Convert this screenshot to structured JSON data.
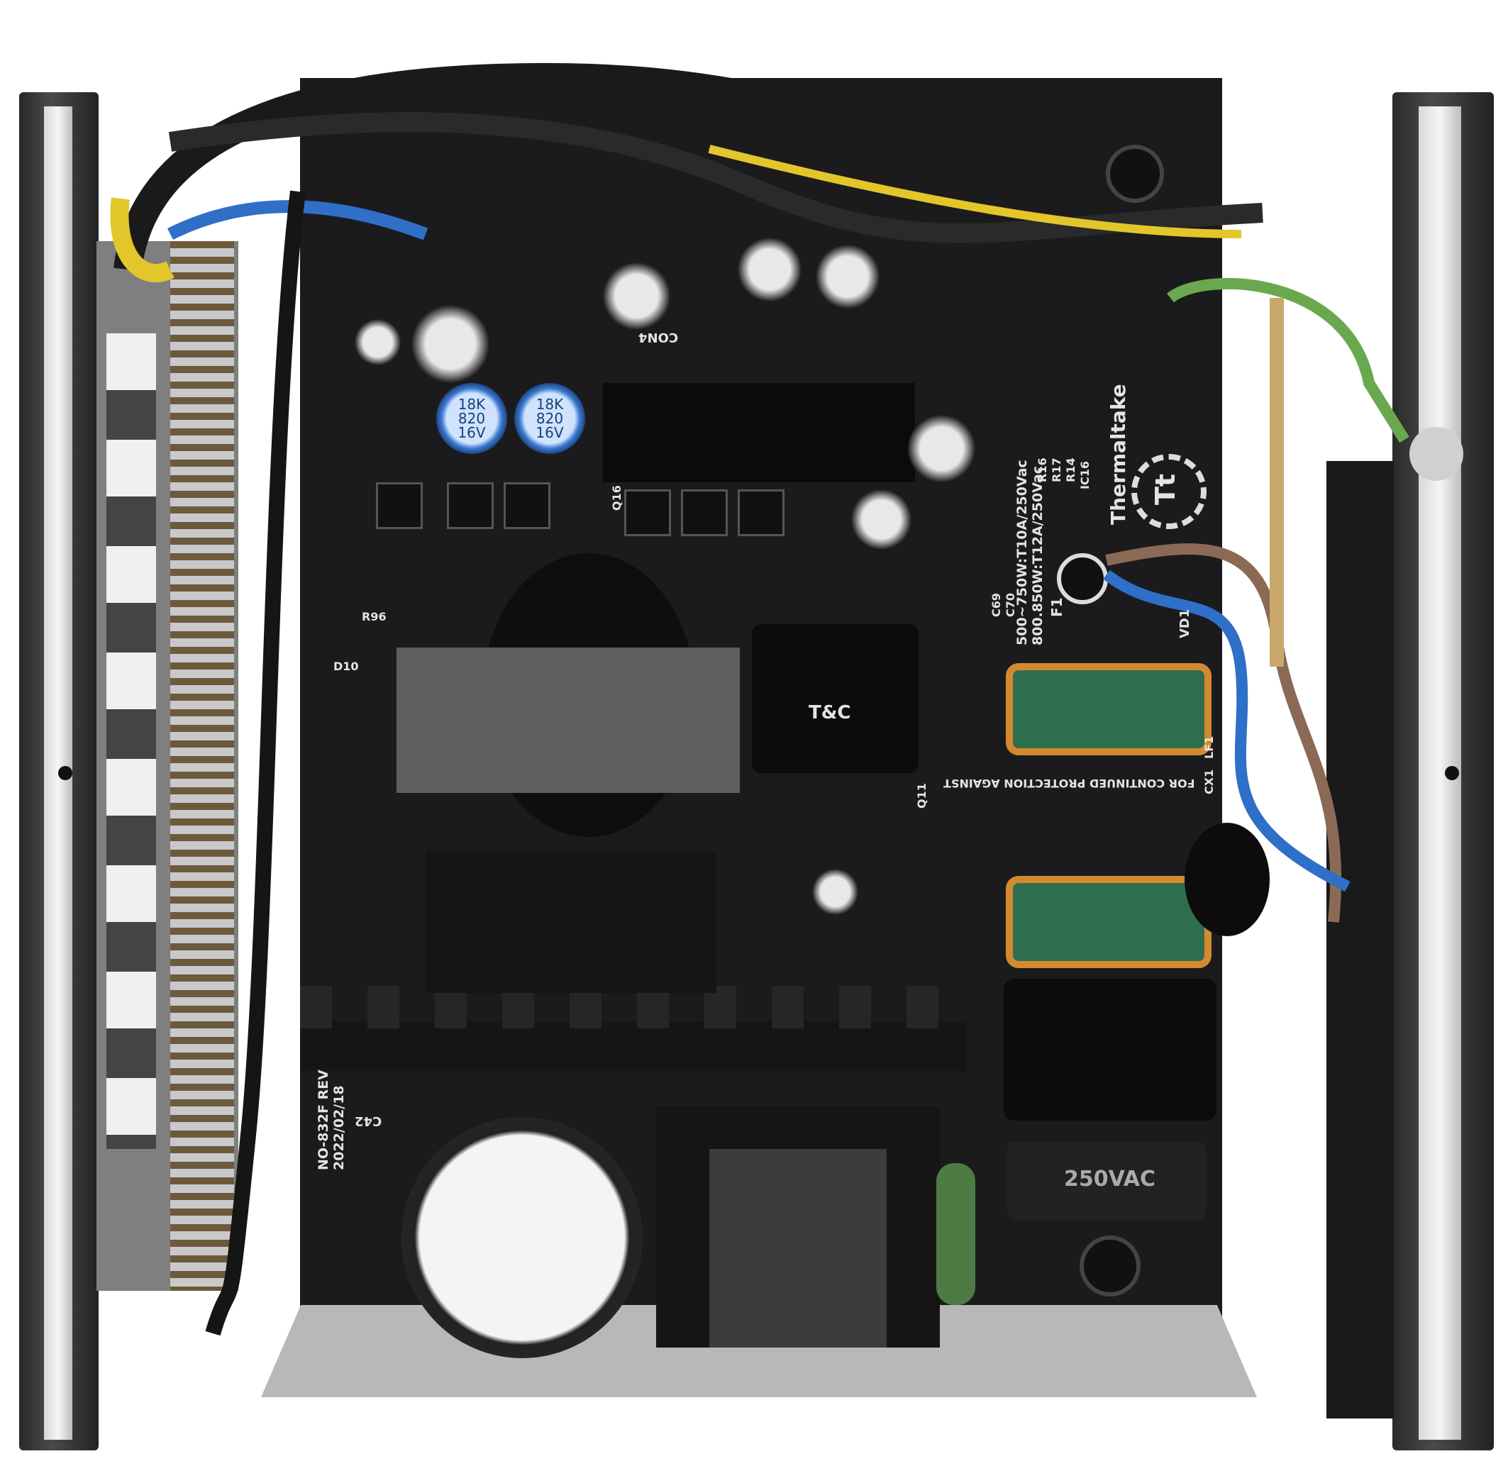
{
  "pcb_labels": {
    "brand": "Thermaltake",
    "logo": "Tt",
    "fuse_rating_line1": "500~750W:T10A/250Vac",
    "fuse_rating_line2": "800.850W:T12A/250Vac",
    "fuse_ref": "F1",
    "varistor_ref": "VD1",
    "board_rev": "NO-832F REV",
    "board_date": "2022/02/18",
    "cap_ref": "C42",
    "x_cap_rating": "250VAC",
    "warning": "FOR CONTINUED PROTECTION AGAINST",
    "con4": "CON4",
    "refs": [
      "R16",
      "R17",
      "R14",
      "IC16",
      "CX1",
      "LF1",
      "Q16",
      "Q11",
      "C69",
      "C70",
      "R96",
      "D10"
    ]
  },
  "capacitor_labels": [
    {
      "value": "820",
      "voltage": "16V",
      "series": "18K"
    },
    {
      "value": "820",
      "voltage": "16V",
      "series": "18K"
    }
  ],
  "transformer_brand": "T&C",
  "colors": {
    "pcb": "#1b1b1d",
    "chassis": "#3a3a3a",
    "coil_copper": "#d38a2f",
    "coil_green": "#2e6e4e",
    "wire_yellow": "#e3c62a",
    "wire_blue": "#2f6fc8",
    "wire_brown": "#8a6a55",
    "ground_green": "#6aa84f"
  }
}
